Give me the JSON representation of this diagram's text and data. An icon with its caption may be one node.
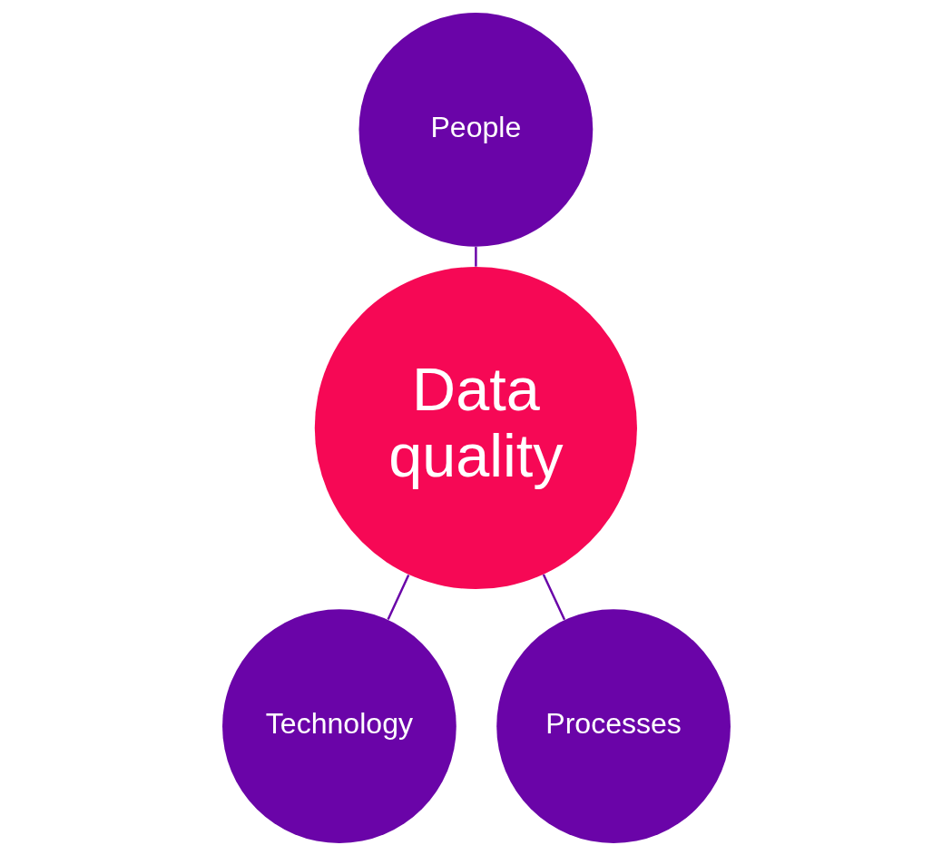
{
  "diagram": {
    "nodes": [
      {
        "text": [
          "People"
        ]
      },
      {
        "text": [
          "Data quality"
        ]
      },
      {
        "text": [
          "Technology"
        ]
      },
      {
        "text": [
          "Processes"
        ]
      }
    ],
    "edges": [
      {
        "from": 0,
        "to": 1,
        "arrow": "none"
      },
      {
        "from": 1,
        "to": 2,
        "arrow": "none"
      },
      {
        "from": 1,
        "to": 3,
        "arrow": "none"
      }
    ]
  }
}
